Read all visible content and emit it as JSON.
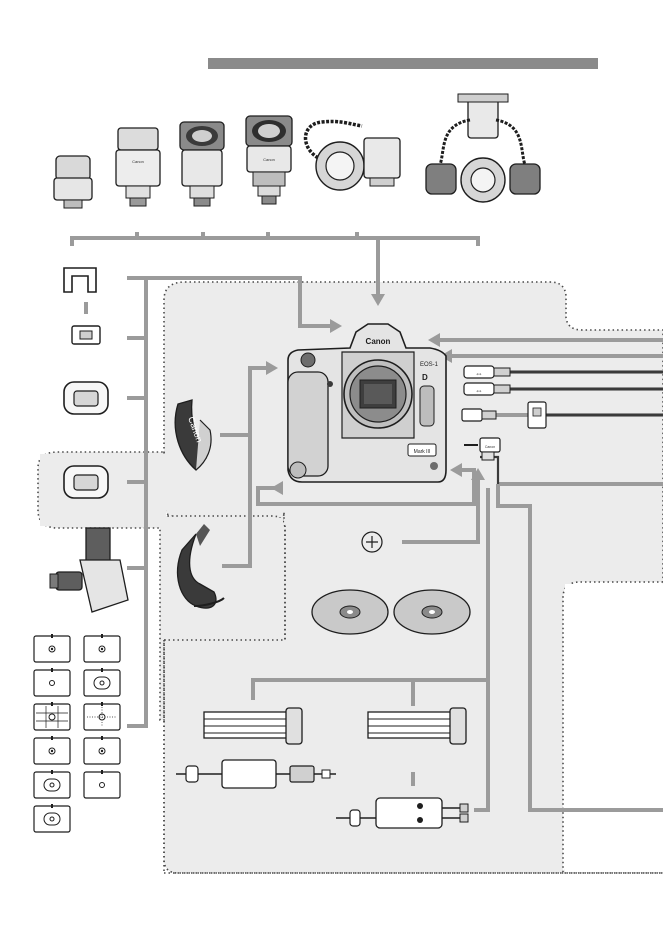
{
  "title_bar": "",
  "camera": {
    "brand": "Canon",
    "model": "EOS-1",
    "model_mark": "D",
    "mark": "Mark III"
  },
  "flash_units": [
    {
      "id": "transmitter",
      "brand": ""
    },
    {
      "id": "compact-speedlite",
      "brand": "Canon"
    },
    {
      "id": "speedlite-medium",
      "brand": ""
    },
    {
      "id": "speedlite-large",
      "brand": "Canon"
    },
    {
      "id": "macro-ring-lite",
      "brand": ""
    },
    {
      "id": "macro-twin-lite",
      "brand": ""
    }
  ],
  "strap": {
    "brand": "Canon"
  },
  "focusing_screens": [
    {
      "pattern": "dot"
    },
    {
      "pattern": "dot"
    },
    {
      "pattern": "circle"
    },
    {
      "pattern": "ring"
    },
    {
      "pattern": "grid"
    },
    {
      "pattern": "scale"
    },
    {
      "pattern": "dot"
    },
    {
      "pattern": "dot"
    },
    {
      "pattern": "ring"
    },
    {
      "pattern": "circle"
    },
    {
      "pattern": "ring"
    }
  ],
  "cable_brand": "Canon",
  "colors": {
    "line": "#9b9b9b",
    "zone": "#ececec",
    "ink": "#1e1e1e",
    "title_bar": "#8a8a8a"
  }
}
